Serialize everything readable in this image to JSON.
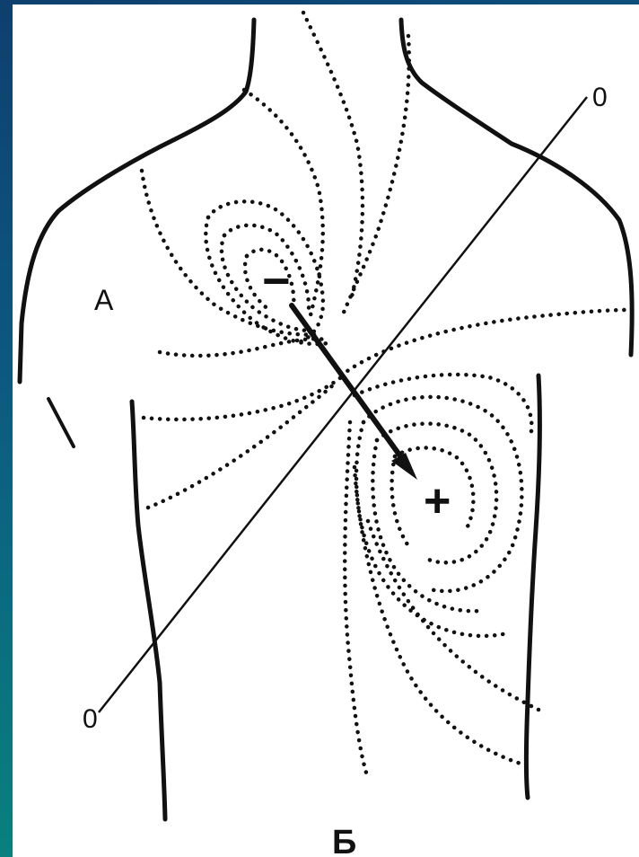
{
  "figure": {
    "label_A": "A",
    "label_B": "Б",
    "axis_end_upper": "0",
    "axis_end_lower": "0",
    "negative_pole": "−",
    "positive_pole": "+"
  },
  "colors": {
    "frame_top": "#0e3f6e",
    "frame_bottom": "#08817f",
    "ink": "#111111",
    "background": "#ffffff"
  }
}
